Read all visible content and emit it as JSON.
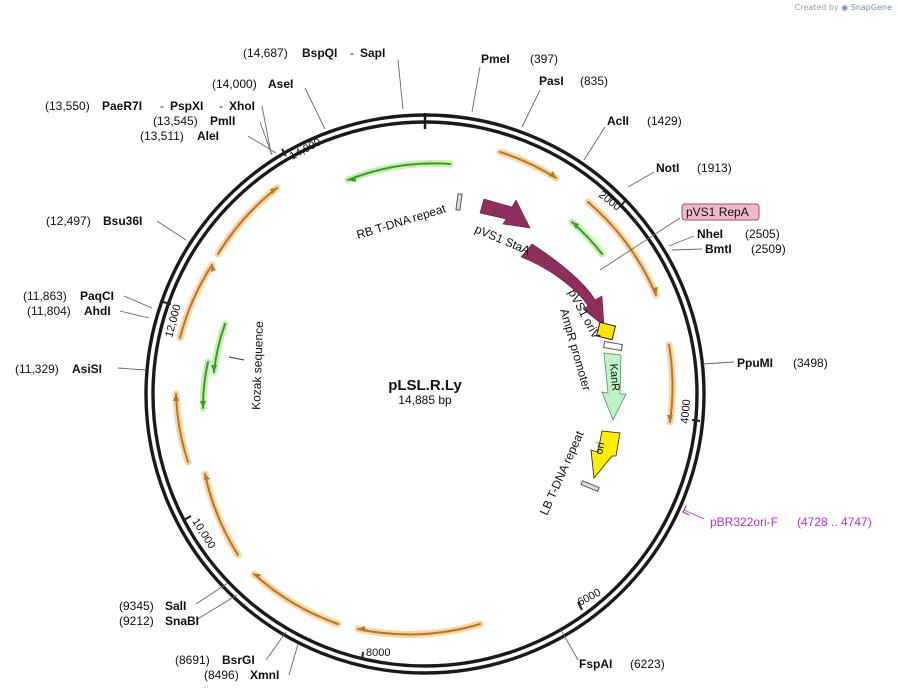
{
  "credit": {
    "prefix": "Created by",
    "brand": "SnapGene"
  },
  "plasmid": {
    "name": "pLSL.R.Ly",
    "length_label": "14,885 bp"
  },
  "colors": {
    "backbone": "#1a1a1a",
    "orange_arrow": "#b5762b",
    "orange_glow": "#f7d6a3",
    "green_arrow": "#3b9a2a",
    "green_glow": "#c9efb5",
    "stab": "#8e2e5d",
    "ori_vs1": "#ffe600",
    "kanr": "#bff2c7",
    "ori": "#ffee00",
    "primer": "#b036c8",
    "repa_fill": "#f0b9c9",
    "repa_stroke": "#9b4d6d"
  },
  "ticks": [
    "2000",
    "4000",
    "6000",
    "8000",
    "10,000",
    "12,000",
    "14,000"
  ],
  "sites": [
    {
      "name": "BspQI",
      "extra": "SapI",
      "pos": "(14,687)"
    },
    {
      "name": "PmeI",
      "pos": "(397)"
    },
    {
      "name": "PasI",
      "pos": "(835)"
    },
    {
      "name": "AclI",
      "pos": "(1429)"
    },
    {
      "name": "NotI",
      "pos": "(1913)"
    },
    {
      "name": "NheI",
      "pos": "(2505)"
    },
    {
      "name": "BmtI",
      "pos": "(2509)"
    },
    {
      "name": "PpuMI",
      "pos": "(3498)"
    },
    {
      "name": "FspAI",
      "pos": "(6223)"
    },
    {
      "name": "XmnI",
      "pos": "(8496)"
    },
    {
      "name": "BsrGI",
      "pos": "(8691)"
    },
    {
      "name": "SnaBI",
      "pos": "(9212)"
    },
    {
      "name": "SalI",
      "pos": "(9345)"
    },
    {
      "name": "AsiSI",
      "pos": "(11,329)"
    },
    {
      "name": "AhdI",
      "pos": "(11,804)"
    },
    {
      "name": "PaqCI",
      "pos": "(11,863)"
    },
    {
      "name": "Bsu36I",
      "pos": "(12,497)"
    },
    {
      "name": "AleI",
      "pos": "(13,511)"
    },
    {
      "name": "PmlI",
      "pos": "(13,545)"
    },
    {
      "name": "PaeR7I",
      "extra": "PspXI",
      "extra2": "XhoI",
      "pos": "(13,550)"
    },
    {
      "name": "AseI",
      "pos": "(14,000)"
    }
  ],
  "features": {
    "rb": "RB T-DNA repeat",
    "stab": "pVS1 StaA",
    "ori_vs1": "pVS1 oriV",
    "ampr_promoter": "AmpR promoter",
    "kanr": "KanR",
    "ori": "ori",
    "lb": "LB T-DNA repeat",
    "kozak": "Kozak sequence",
    "repa": "pVS1 RepA"
  },
  "primer": {
    "name": "pBR322ori-F",
    "range": "(4728 .. 4747)"
  }
}
